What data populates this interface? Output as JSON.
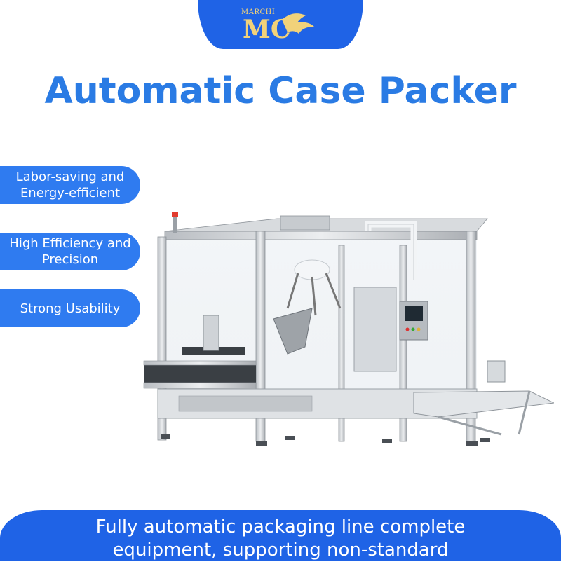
{
  "logo": {
    "small_text": "MARCHI",
    "mark_text": "MC"
  },
  "title": "Automatic Case Packer",
  "features": [
    {
      "line1": "Labor-saving and",
      "line2": "Energy-efficient"
    },
    {
      "line1": "High Efficiency and",
      "line2": "Precision"
    },
    {
      "line1": "Strong Usability",
      "line2": ""
    }
  ],
  "footer": {
    "line1": "Fully automatic packaging line complete",
    "line2": "equipment, supporting non-standard"
  },
  "colors": {
    "brand_blue": "#1f63e6",
    "title_blue": "#2a7be4",
    "pill_blue": "#2f7bf0",
    "logo_gold": "#f1d27a"
  }
}
